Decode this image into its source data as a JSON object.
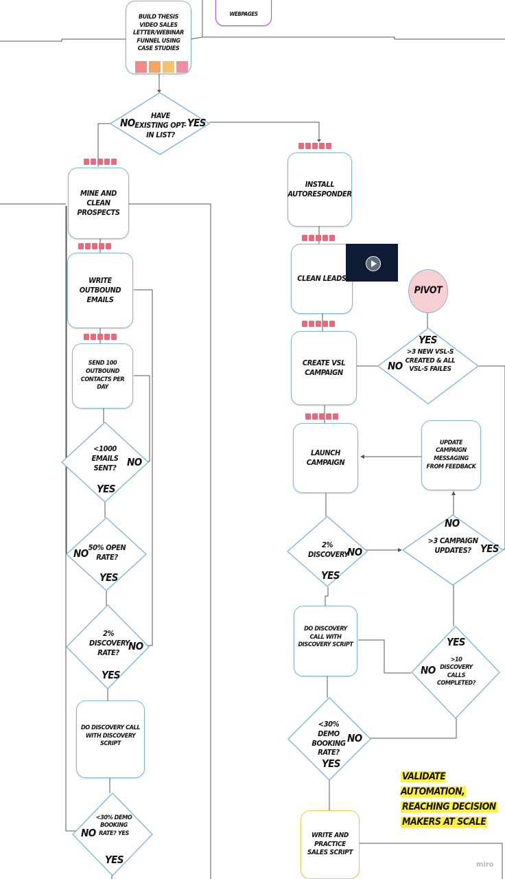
{
  "nodes": {
    "top_right_box": "WEBPAGES",
    "build_thesis": "BUILD THESIS VIDEO SALES LETTER/WEBINAR FUNNEL USING CASE STUDIES",
    "have_optin": "HAVE EXISTING OPT-IN LIST?",
    "mine_clean": "MINE AND CLEAN PROSPECTS",
    "write_outbound": "WRITE OUTBOUND EMAILS",
    "send_100": "SEND 100 OUTBOUND CONTACTS PER DAY",
    "emails_sent": "<1000 EMAILS SENT?",
    "open_rate": "50% OPEN RATE?",
    "discovery_rate_left": "2% DISCOVERY RATE?",
    "do_discovery_left": "DO DISCOVERY CALL WITH DISCOVERY SCRIPT",
    "demo_rate_left": "<30% DEMO BOOKING RATE? YES",
    "install_autoresponder": "INSTALL AUTORESPONDER",
    "clean_leads": "CLEAN LEADS",
    "create_vsl": "CREATE VSL CAMPAIGN",
    "launch_campaign": "LAUNCH CAMPAIGN",
    "discovery_right": "2% DISCOVERY",
    "do_discovery_right": "DO DISCOVERY CALL WITH DISCOVERY SCRIPT",
    "demo_rate_right": "<30% DEMO BOOKING RATE?",
    "write_practice": "WRITE AND PRACTICE SALES SCRIPT",
    "pivot": "PIVOT",
    "vsl_failed": ">3 NEW VSL-S CREATED & ALL VSL-S FAILES",
    "update_messaging": "UPDATE CAMPAIGN MESSAGING FROM FEEDBACK",
    "campaign_updates": ">3 CAMPAIGN UPDATES?",
    "discovery_calls": ">10 DISCOVERY CALLS COMPLETED?"
  },
  "answers": {
    "yes": "YES",
    "no": "NO"
  },
  "note_lines": [
    "VALIDATE AUTOMATION,",
    "REACHING DECISION",
    "MAKERS AT SCALE"
  ],
  "watermark": "miro",
  "colors": {
    "box_border": "#7fb6e0",
    "yellow_border": "#e8d24a",
    "purple_border": "#b050c8",
    "tag": "#e46a7e",
    "pivot_fill": "#f7cfd2",
    "highlight": "#fff13a",
    "line": "#555555"
  }
}
